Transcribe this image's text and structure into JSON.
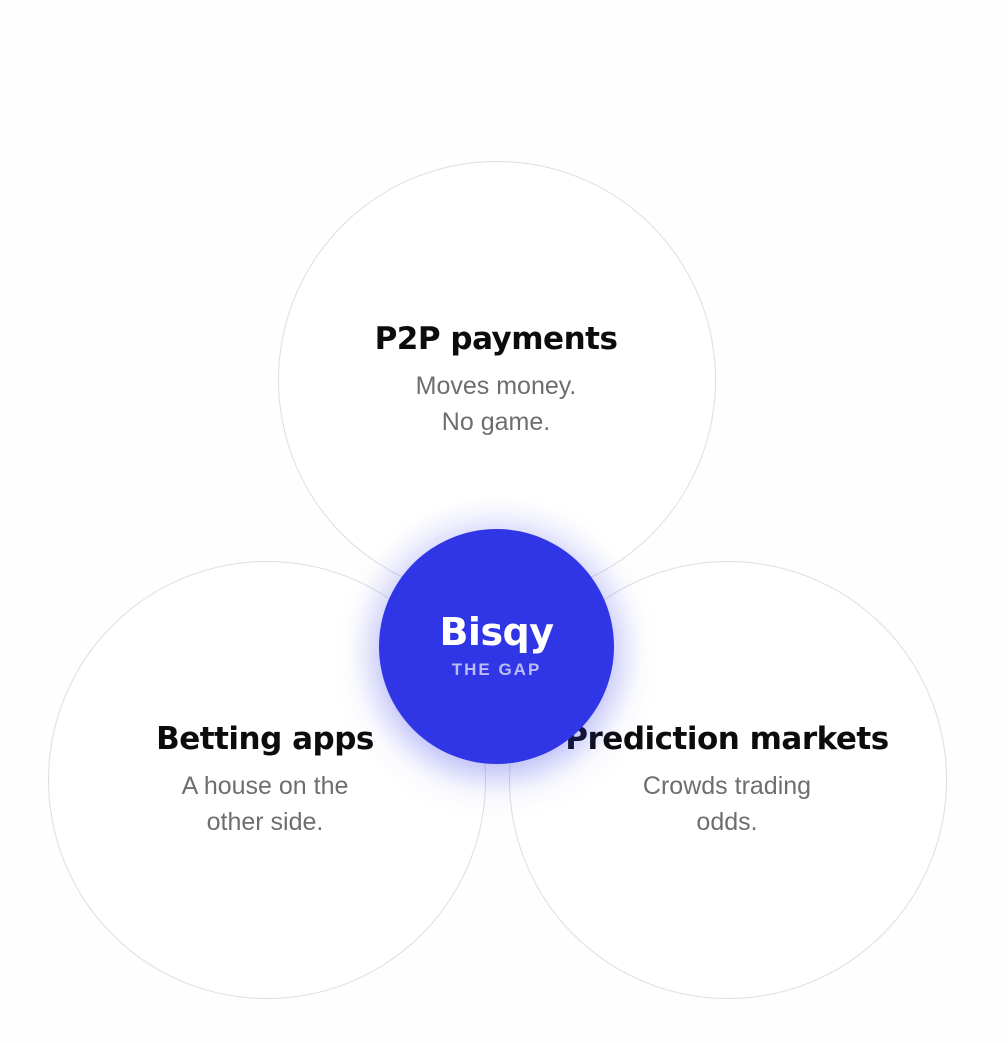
{
  "diagram": {
    "center": {
      "brand": "Bisqy",
      "tag": "THE GAP",
      "color": "#3036e6"
    },
    "circles": [
      {
        "id": "top",
        "title": "P2P payments",
        "description": "Moves money.\nNo game."
      },
      {
        "id": "left",
        "title": "Betting apps",
        "description": "A house on the\nother side."
      },
      {
        "id": "right",
        "title": "Prediction markets",
        "description": "Crowds trading\nodds."
      }
    ]
  }
}
